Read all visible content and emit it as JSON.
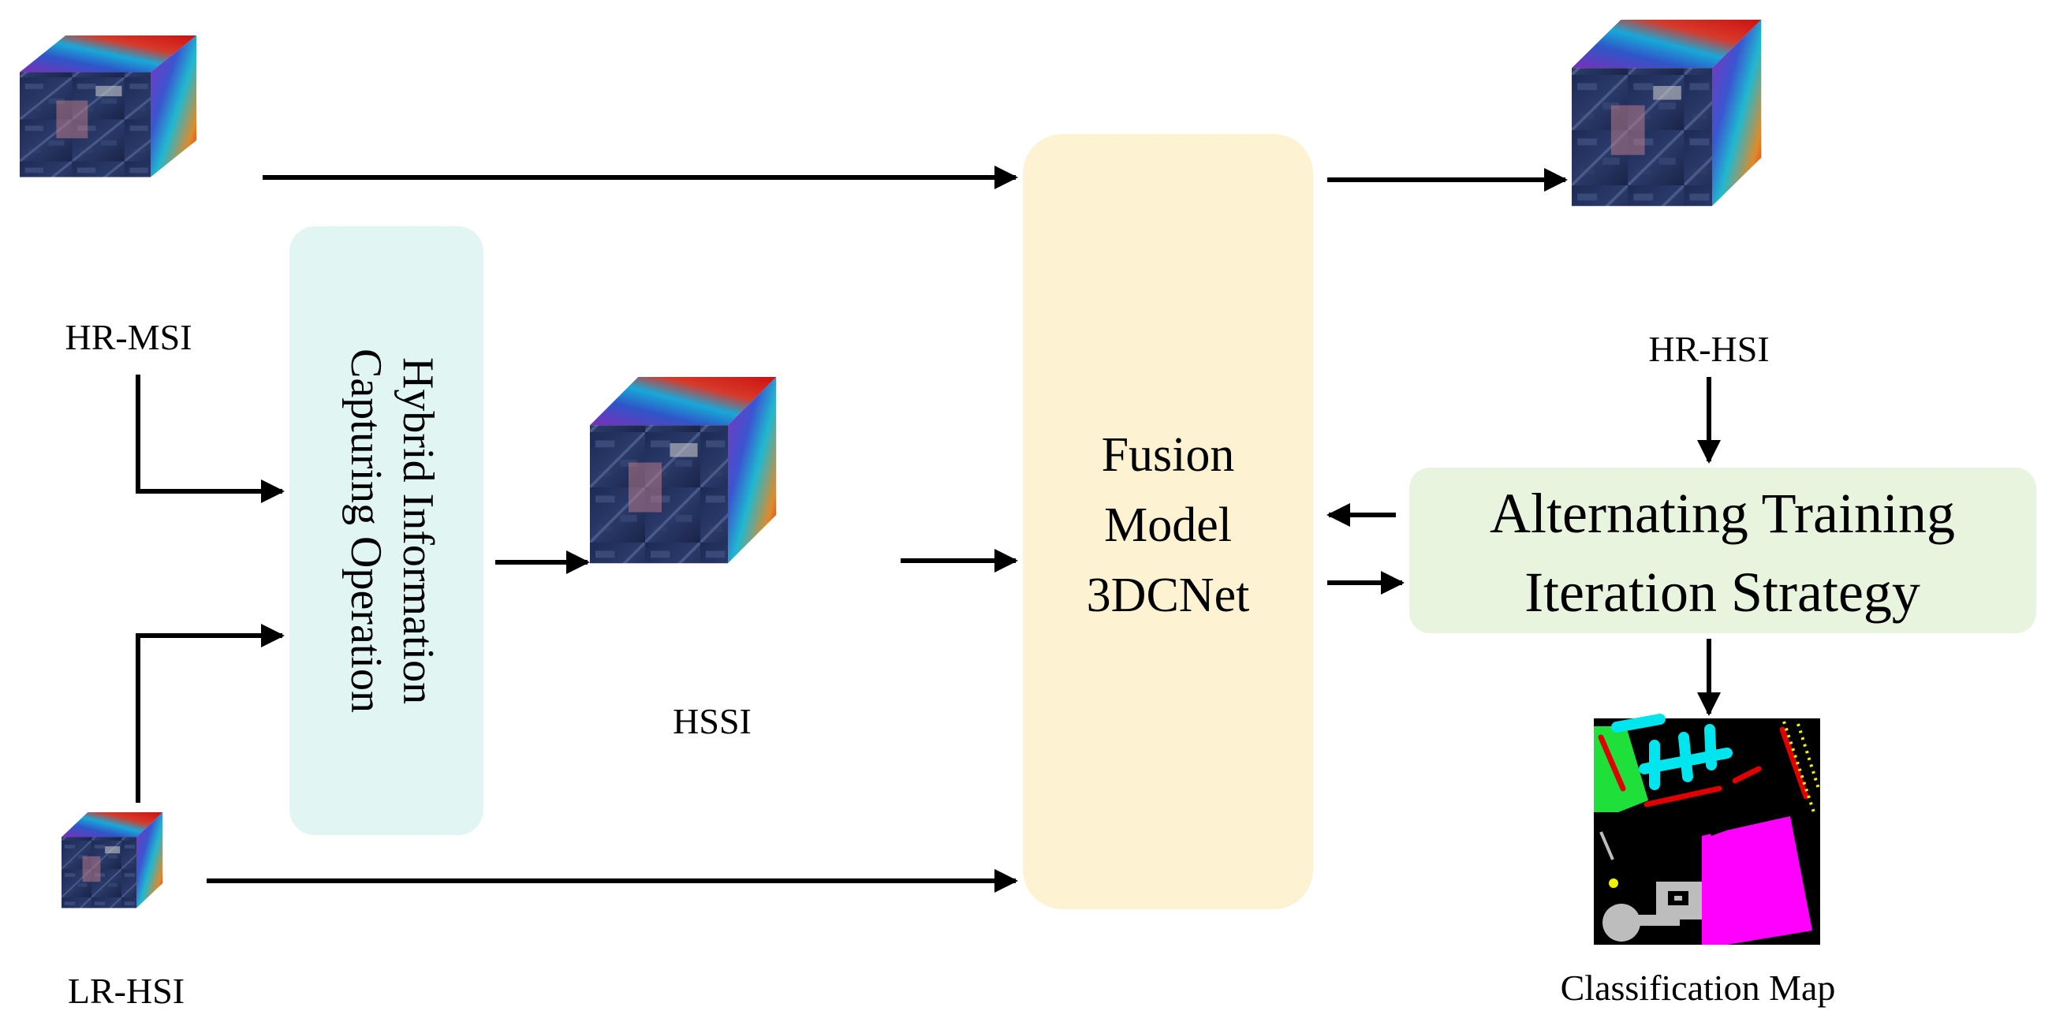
{
  "labels": {
    "hr_msi": "HR-MSI",
    "lr_hsi": "LR-HSI",
    "hssi": "HSSI",
    "hr_hsi": "HR-HSI",
    "classification_map": "Classification Map"
  },
  "blocks": {
    "hybrid": {
      "line1": "Hybrid Information",
      "line2": "Capturing Operation",
      "color": "#e1f5f2"
    },
    "fusion": {
      "line1": "Fusion",
      "line2": "Model",
      "line3": "3DCNet",
      "color": "#fdf2d2"
    },
    "alternating": {
      "line1": "Alternating Training",
      "line2": "Iteration Strategy",
      "color": "#e9f4df"
    }
  },
  "colors": {
    "arrow": "#000000",
    "map_background": "#000000",
    "map_magenta": "#ff00ff",
    "map_cyan": "#00e5ee",
    "map_green": "#1fe03a",
    "map_red": "#e00000",
    "map_gray": "#bdbdbd",
    "map_yellow": "#f2f200"
  },
  "icons": [
    "hyperspectral-cube-icon",
    "classification-map-image"
  ]
}
